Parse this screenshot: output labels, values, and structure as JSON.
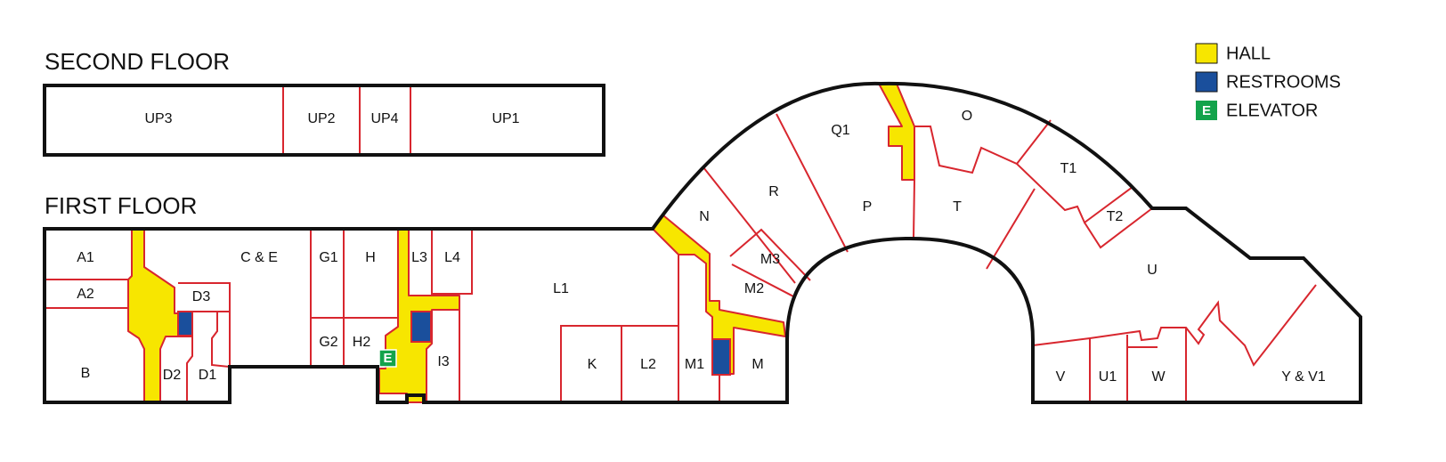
{
  "titles": {
    "second_floor": "SECOND FLOOR",
    "first_floor": "FIRST FLOOR"
  },
  "legend": {
    "hall": {
      "label": "HALL",
      "color": "#f7e600"
    },
    "restrooms": {
      "label": "RESTROOMS",
      "color": "#1a4f9c"
    },
    "elevator": {
      "label": "ELEVATOR",
      "color": "#13a34b",
      "symbol": "E"
    }
  },
  "colors": {
    "outline": "#111111",
    "walls": "#d8262e"
  },
  "second_floor_rooms": {
    "up3": "UP3",
    "up2": "UP2",
    "up4": "UP4",
    "up1": "UP1"
  },
  "first_floor_rooms": {
    "a1": "A1",
    "a2": "A2",
    "b": "B",
    "ce": "C & E",
    "d3": "D3",
    "d2": "D2",
    "d1": "D1",
    "g1": "G1",
    "g2": "G2",
    "h": "H",
    "h2": "H2",
    "l3": "L3",
    "l4": "L4",
    "i3": "I3",
    "l1": "L1",
    "k": "K",
    "l2": "L2",
    "m1": "M1",
    "m": "M",
    "n": "N",
    "r": "R",
    "m3": "M3",
    "m2": "M2",
    "q1": "Q1",
    "p": "P",
    "o": "O",
    "t": "T",
    "t1": "T1",
    "t2": "T2",
    "u": "U",
    "v": "V",
    "u1": "U1",
    "w": "W",
    "yv1": "Y & V1"
  }
}
